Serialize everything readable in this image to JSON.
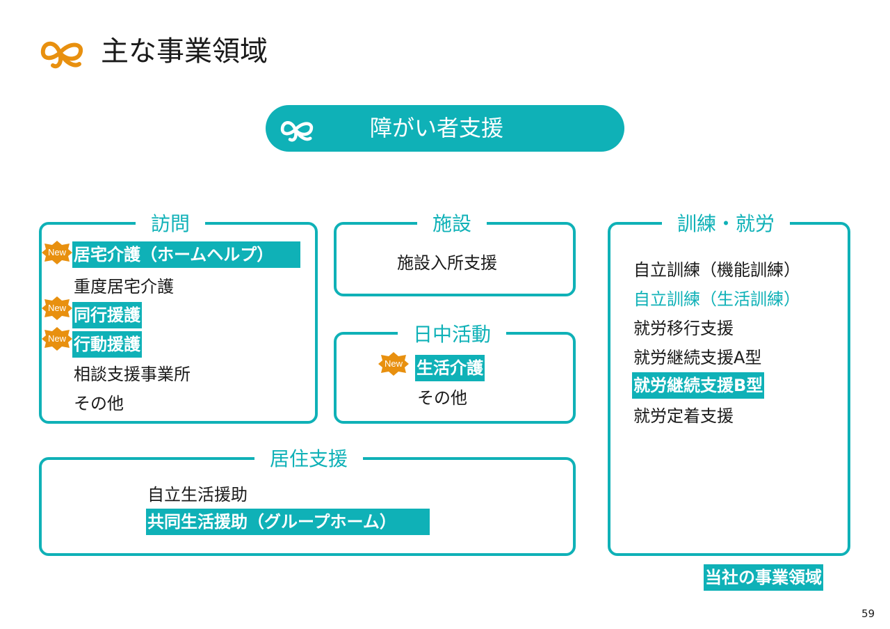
{
  "title": "主な事業領域",
  "logo_icon": "orange-loop-logo",
  "accent_color": "#0fb1b7",
  "badge_color": "#e8900f",
  "banner": {
    "title": "障がい者支援"
  },
  "badge_label": "New",
  "sections": {
    "visit": {
      "title": "訪問",
      "items": [
        "居宅介護（ホームヘルプ）",
        "重度居宅介護",
        "同行援護",
        "行動援護",
        "相談支援事業所",
        "その他"
      ]
    },
    "facility": {
      "title": "施設",
      "items": [
        "施設入所支援"
      ]
    },
    "daytime": {
      "title": "日中活動",
      "items": [
        "生活介護",
        "その他"
      ]
    },
    "training": {
      "title": "訓練・就労",
      "items": [
        "自立訓練（機能訓練）",
        "自立訓練（生活訓練）",
        "就労移行支援",
        "就労継続支援A型",
        "就労継続支援B型",
        "就労定着支援"
      ]
    },
    "residence": {
      "title": "居住支援",
      "items": [
        "自立生活援助",
        "共同生活援助（グループホーム）"
      ]
    }
  },
  "legend": "当社の事業領域",
  "page_number": "59"
}
